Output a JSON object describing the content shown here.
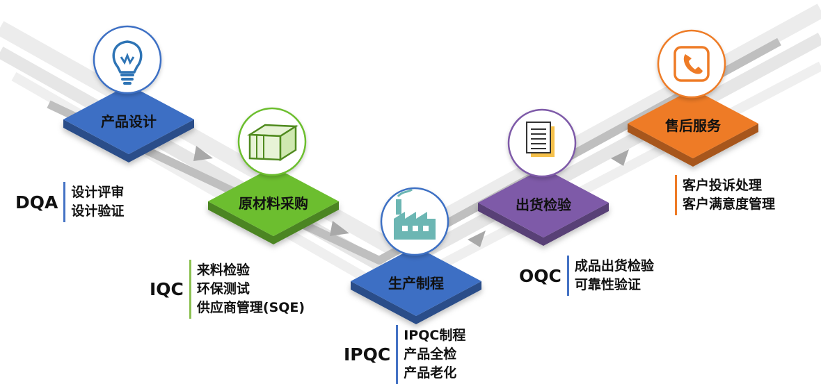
{
  "stages": [
    {
      "label": "产品设计",
      "icon": "lightbulb-icon",
      "color": "#3d6fc4"
    },
    {
      "label": "原材料采购",
      "icon": "boxes-icon",
      "color": "#6cbe2f"
    },
    {
      "label": "生产制程",
      "icon": "factory-icon",
      "color": "#3d6fc4"
    },
    {
      "label": "出货检验",
      "icon": "document-icon",
      "color": "#7e5aa8"
    },
    {
      "label": "售后服务",
      "icon": "phone-icon",
      "color": "#ee7b26"
    }
  ],
  "groups": [
    {
      "code": "DQA",
      "color": "#4472c4",
      "items": [
        "设计评审",
        "设计验证"
      ]
    },
    {
      "code": "IQC",
      "color": "#8cc152",
      "items": [
        "来料检验",
        "环保测试",
        "供应商管理(SQE)"
      ]
    },
    {
      "code": "IPQC",
      "color": "#4472c4",
      "items": [
        "IPQC制程",
        "产品全检",
        "产品老化"
      ]
    },
    {
      "code": "OQC",
      "color": "#4472c4",
      "items": [
        "成品出货检验",
        "可靠性验证"
      ]
    },
    {
      "code": "",
      "color": "#ee7b26",
      "items": [
        "客户投诉处理",
        "客户满意度管理"
      ]
    }
  ]
}
